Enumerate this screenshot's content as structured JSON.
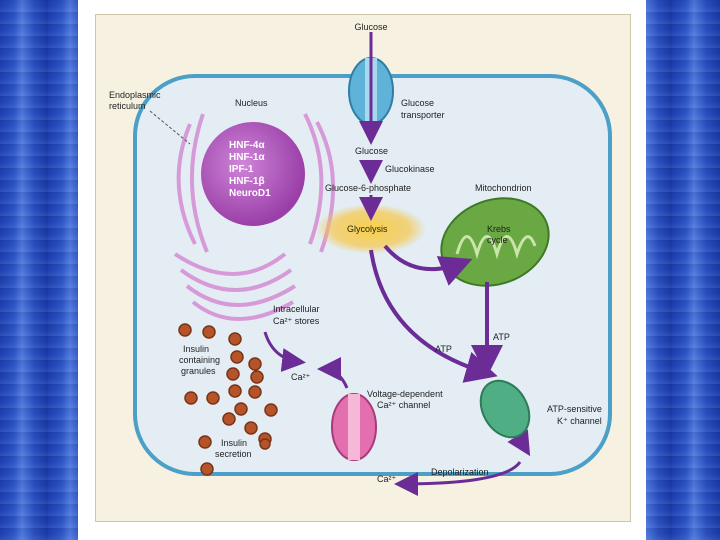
{
  "labels": {
    "glucose_top": "Glucose",
    "er_line1": "Endoplasmic",
    "er_line2": "reticulum",
    "nucleus": "Nucleus",
    "transporter_line1": "Glucose",
    "transporter_line2": "transporter",
    "glucose_inside": "Glucose",
    "glucokinase": "Glucokinase",
    "g6p": "Glucose-6-phosphate",
    "mitochondrion": "Mitochondrion",
    "glycolysis": "Glycolysis",
    "krebs_line1": "Krebs",
    "krebs_line2": "cycle",
    "ca_stores_line1": "Intracellular",
    "ca_stores_line2": "Ca²⁺ stores",
    "granules_line1": "Insulin",
    "granules_line2": "containing",
    "granules_line3": "granules",
    "ca_mid": "Ca²⁺",
    "atp_mid": "ATP",
    "atp_right": "ATP",
    "vdcc_line1": "Voltage-dependent",
    "vdcc_line2": "Ca²⁺ channel",
    "katp_line1": "ATP-sensitive",
    "katp_line2": "K⁺ channel",
    "secretion_line1": "Insulin",
    "secretion_line2": "secretion",
    "ca_bottom": "Ca²⁺",
    "depolarization": "Depolarization"
  },
  "nucleus_factors": [
    "HNF-4α",
    "HNF-1α",
    "IPF-1",
    "HNF-1β",
    "NeuroD1"
  ],
  "colors": {
    "cell_fill": "#e3edf3",
    "cell_border": "#4c9fc7",
    "nucleus": "#b35cbf",
    "er": "#d79ad8",
    "arrow": "#6b2c96",
    "mitochondrion": "#6aa844",
    "glycolysis_glow": "#f6c64a",
    "glucose_transporter": "#5fb2d8",
    "ca_channel": "#e36fae",
    "k_channel": "#4fae83",
    "granule": "#b5542a"
  }
}
